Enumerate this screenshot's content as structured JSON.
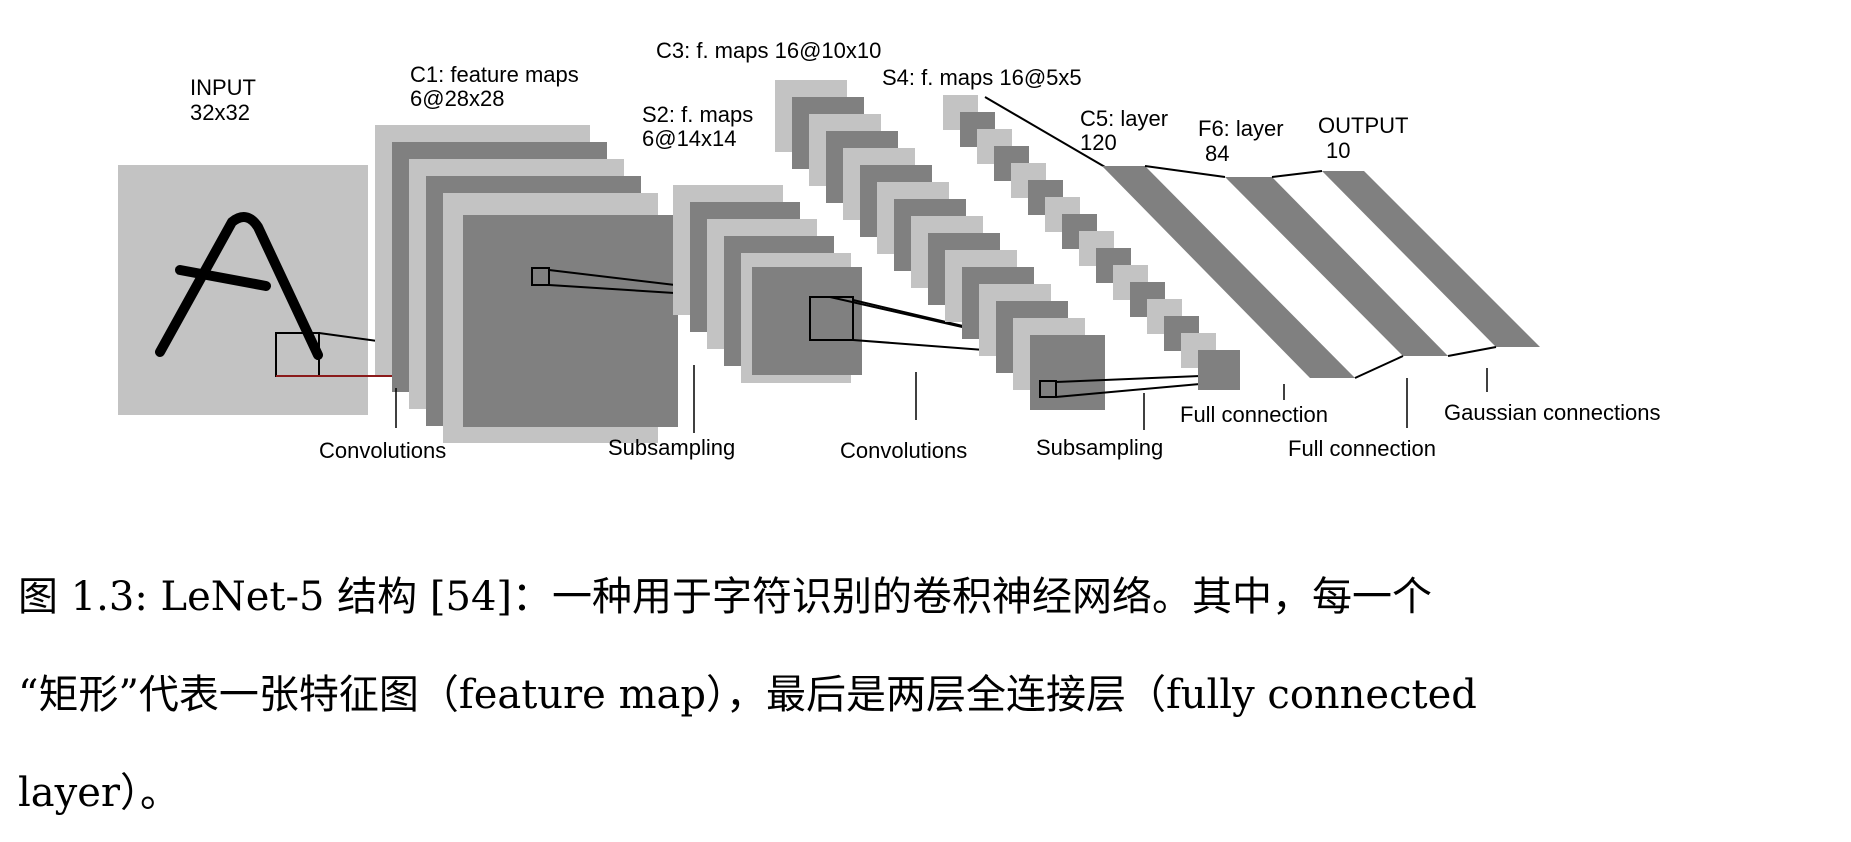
{
  "diagram": {
    "layers": {
      "input": {
        "name": "INPUT",
        "size": "32x32"
      },
      "c1": {
        "name": "C1: feature maps",
        "size": "6@28x28"
      },
      "s2": {
        "name": "S2: f. maps",
        "size": "6@14x14"
      },
      "c3": {
        "name": "C3: f. maps 16@10x10"
      },
      "s4": {
        "name": "S4: f. maps 16@5x5"
      },
      "c5": {
        "name": "C5: layer",
        "size": "120"
      },
      "f6": {
        "name": "F6: layer",
        "size": "84"
      },
      "output": {
        "name": "OUTPUT",
        "size": "10"
      }
    },
    "operations": {
      "conv1": "Convolutions",
      "sub1": "Subsampling",
      "conv2": "Convolutions",
      "sub2": "Subsampling",
      "full1": "Full connection",
      "full2": "Full connection",
      "gauss": "Gaussian connections"
    },
    "colors": {
      "light": "#c3c3c3",
      "dark": "#808080",
      "stroke": "#000000"
    }
  },
  "caption": {
    "line1": "图 1.3: LeNet-5 结构 [54]：一种用于字符识别的卷积神经网络。其中，每一个",
    "line2": "“矩形”代表一张特征图（feature map），最后是两层全连接层（fully connected",
    "line3": "layer）。"
  }
}
